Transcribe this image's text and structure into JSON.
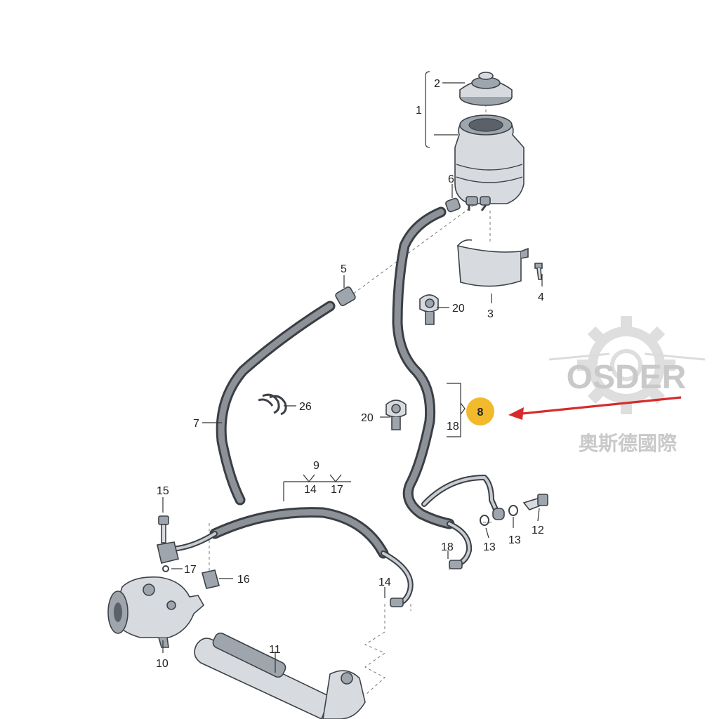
{
  "callouts": {
    "c1": "1",
    "c2": "2",
    "c3": "3",
    "c4": "4",
    "c5": "5",
    "c6": "6",
    "c7": "7",
    "c8": "8",
    "c9": "9",
    "c9a": "14",
    "c9b": "17",
    "c8a": "18",
    "c10": "10",
    "c11": "11",
    "c12": "12",
    "c13a": "13",
    "c13b": "13",
    "c14": "14",
    "c15": "15",
    "c16": "16",
    "c17": "17",
    "c18": "18",
    "c20a": "20",
    "c20b": "20",
    "c26": "26"
  },
  "highlight": {
    "callout": "8",
    "badge_color": "#f2b92c",
    "arrow_color": "#d62b2b"
  },
  "watermark": {
    "brand": "OSDER",
    "subtitle": "奧斯德國際",
    "gear_icon": "gear-icon"
  }
}
